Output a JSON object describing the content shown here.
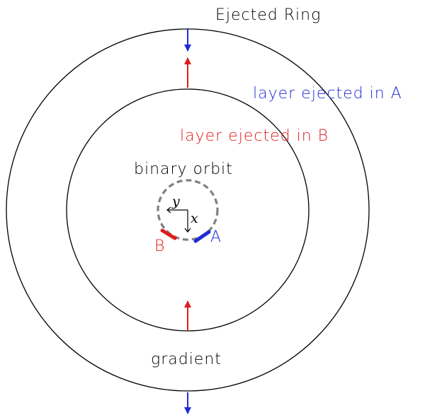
{
  "labels": {
    "title": "Ejected Ring",
    "layer_a": "layer ejected in A",
    "layer_b": "layer ejected in B",
    "binary_orbit": "binary orbit",
    "gradient": "gradient",
    "star_a": "A",
    "star_b": "B",
    "axis_x": "x",
    "axis_y": "y"
  },
  "colors": {
    "line": "#000000",
    "a": "#1f2bd6",
    "b": "#e11b1b",
    "orbit": "#808080"
  }
}
